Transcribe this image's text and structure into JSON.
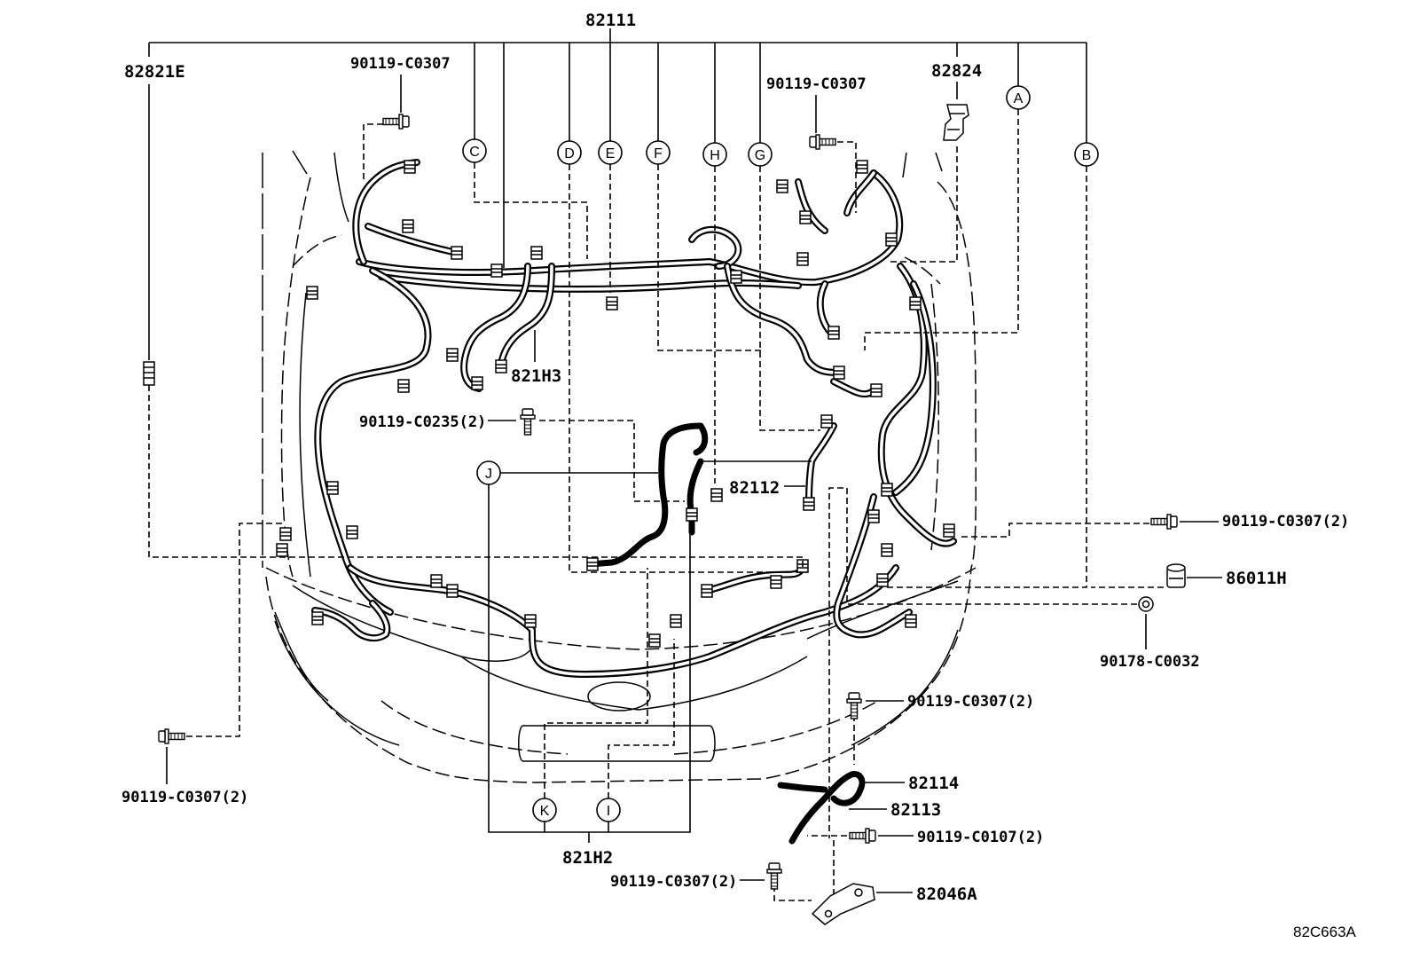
{
  "labels": {
    "harness_82111": "82111",
    "harness_82821e": "82821E",
    "bracket_82824": "82824",
    "bolt_top_left": "90119-C0307",
    "bolt_top_right": "90119-C0307",
    "harness_821h3": "821H3",
    "bolt_c0235": "90119-C0235(2)",
    "harness_82112": "82112",
    "bolt_right": "90119-C0307(2)",
    "horn_86011h": "86011H",
    "nut_90178": "90178-C0032",
    "bolt_mid_right": "90119-C0307(2)",
    "harness_82114": "82114",
    "harness_82113": "82113",
    "bolt_c0107": "90119-C0107(2)",
    "bolt_bottom": "90119-C0307(2)",
    "bracket_82046a": "82046A",
    "harness_821h2": "821H2",
    "bolt_bottom_left": "90119-C0307(2)",
    "figure_code": "82C663A"
  },
  "callouts": {
    "a": "A",
    "b": "B",
    "c": "C",
    "d": "D",
    "e": "E",
    "f": "F",
    "g": "G",
    "h": "H",
    "i": "I",
    "j": "J",
    "k": "K"
  },
  "icons": [
    "bolt-icon",
    "nut-icon",
    "horn-icon",
    "bracket-icon",
    "connector-icon"
  ]
}
